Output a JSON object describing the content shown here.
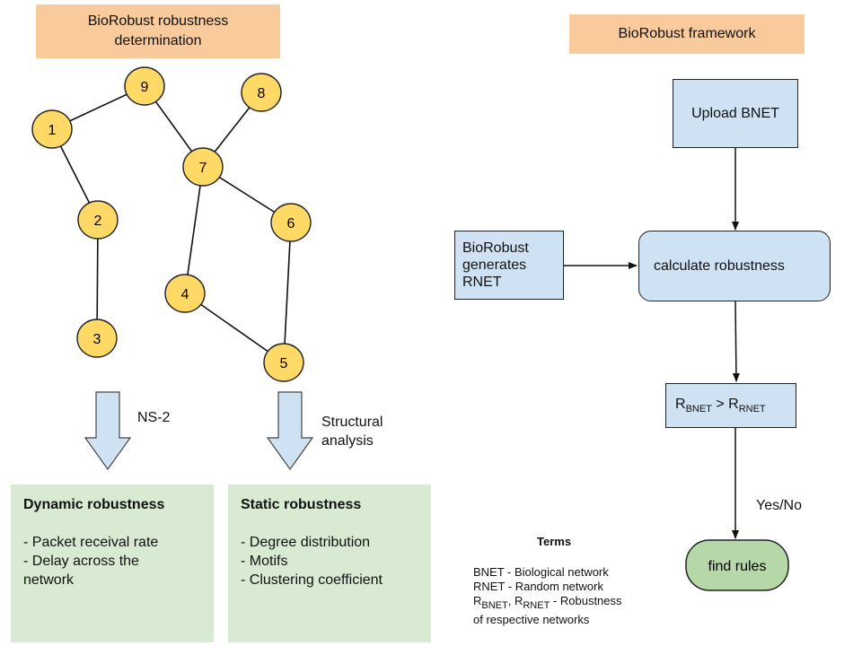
{
  "left_header": {
    "line1": "BioRobust robustness",
    "line2": "determination"
  },
  "right_header": {
    "label": "BioRobust framework"
  },
  "colors": {
    "node_fill": "#ffd966",
    "header_fill": "#f9cb9c",
    "box_fill": "#cfe2f3",
    "panel_fill": "#d9ead3",
    "end_fill": "#b6d7a8"
  },
  "graph": {
    "nodes": [
      "1",
      "2",
      "3",
      "4",
      "5",
      "6",
      "7",
      "8",
      "9"
    ],
    "edges": [
      [
        "9",
        "1"
      ],
      [
        "1",
        "2"
      ],
      [
        "2",
        "3"
      ],
      [
        "9",
        "7"
      ],
      [
        "8",
        "7"
      ],
      [
        "7",
        "4"
      ],
      [
        "7",
        "6"
      ],
      [
        "4",
        "5"
      ],
      [
        "6",
        "5"
      ]
    ]
  },
  "arrows": {
    "ns2_label": "NS-2",
    "structural_line1": "Structural",
    "structural_line2": "analysis"
  },
  "dynamic_panel": {
    "title": "Dynamic robustness",
    "items": [
      "- Packet receival rate",
      "- Delay across the",
      "network"
    ]
  },
  "static_panel": {
    "title": "Static robustness",
    "items": [
      "- Degree distribution",
      "- Motifs",
      "- Clustering coefficient"
    ]
  },
  "flow": {
    "upload": "Upload BNET",
    "generate_line1": "BioRobust",
    "generate_line2": "generates",
    "generate_line3": "RNET",
    "calculate": "calculate robustness",
    "compare": {
      "r1": "R",
      "sub1": "BNET",
      "op": " > ",
      "r2": "R",
      "sub2": "RNET"
    },
    "decision": "Yes/No",
    "end": "find rules"
  },
  "terms": {
    "title": "Terms",
    "line1": "BNET - Biological network",
    "line2": "RNET - Random network",
    "line3": {
      "r1": "R",
      "sub1": "BNET",
      "sep": ", ",
      "r2": "R",
      "sub2": "RNET",
      "rest": " - Robustness"
    },
    "line4": "of respective networks"
  }
}
